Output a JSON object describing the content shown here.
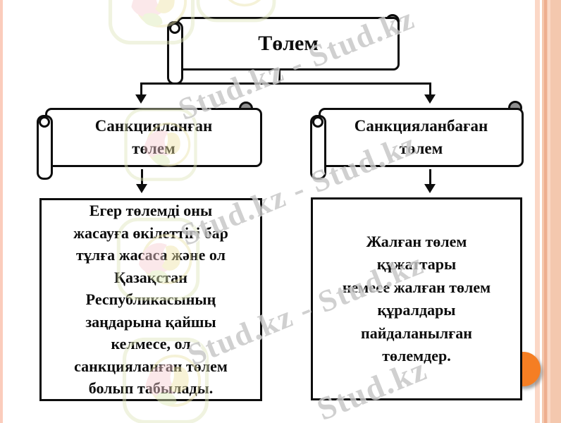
{
  "slide": {
    "title": "Төлем",
    "branches": [
      {
        "id": "sanctioned",
        "label_lines": [
          "Санкцияланған",
          "төлем"
        ],
        "description_lines": [
          "Егер төлемді оны",
          "жасауға өкілеттігі бар",
          "тұлға жасаса және ол",
          "Қазақстан",
          "Республикасының",
          "заңдарына қайшы",
          "келмесе, ол",
          "санкцияланған төлем",
          "болып табылады."
        ]
      },
      {
        "id": "unsanctioned",
        "label_lines": [
          "Санкцияланбаған",
          "төлем"
        ],
        "description_lines": [
          "Жалған төлем",
          "құжаттары",
          "немесе жалған төлем",
          "құралдары",
          "пайдаланылған",
          "төлемдер."
        ]
      }
    ]
  },
  "watermark": {
    "pair_text": "Stud.kz - Stud.kz",
    "brand_text": "Stud.kz"
  },
  "colors": {
    "diagram_ink": "#0d0d0d",
    "accent_orange": "#F57E23",
    "border_band_salmon": "#F4C8AE",
    "border_band_dark_line": "#EEAE8F",
    "border_stripe_light": "#FBD7C6",
    "left_edge_stripe": "#FBCCBC",
    "watermark_gray": "#C6C6C6"
  }
}
